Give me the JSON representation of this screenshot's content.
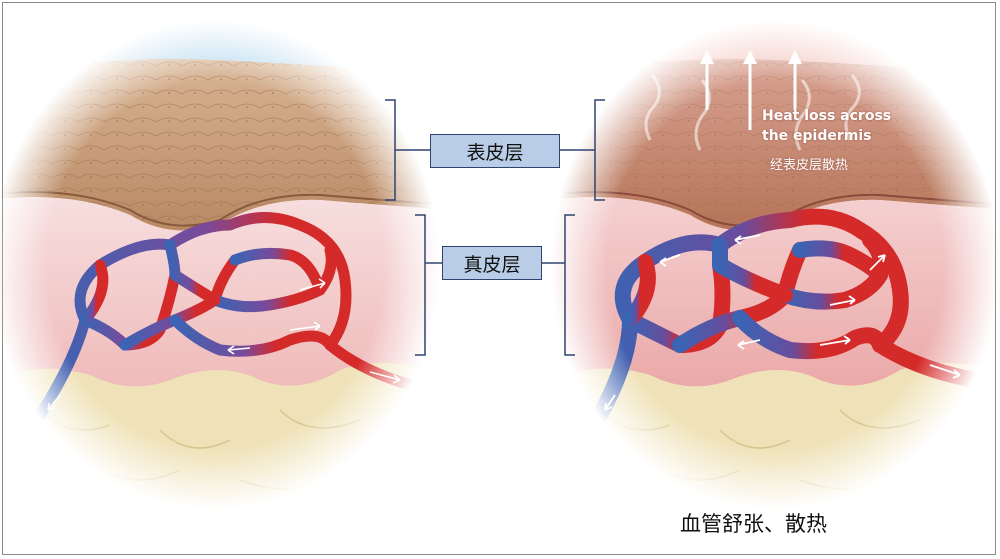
{
  "labels": {
    "epidermis": "表皮层",
    "dermis": "真皮层"
  },
  "heat_loss": {
    "line1": "Heat loss across",
    "line2": "the epidermis",
    "zh": "经表皮层散热"
  },
  "caption": "血管舒张、散热",
  "colors": {
    "epidermis": "#c9a07a",
    "dermis": "#f2c4c4",
    "fat": "#efe2b8",
    "artery": "#d42a2a",
    "vein": "#3a64b4",
    "label_fill": "#b9cde6",
    "label_border": "#2e4470"
  }
}
